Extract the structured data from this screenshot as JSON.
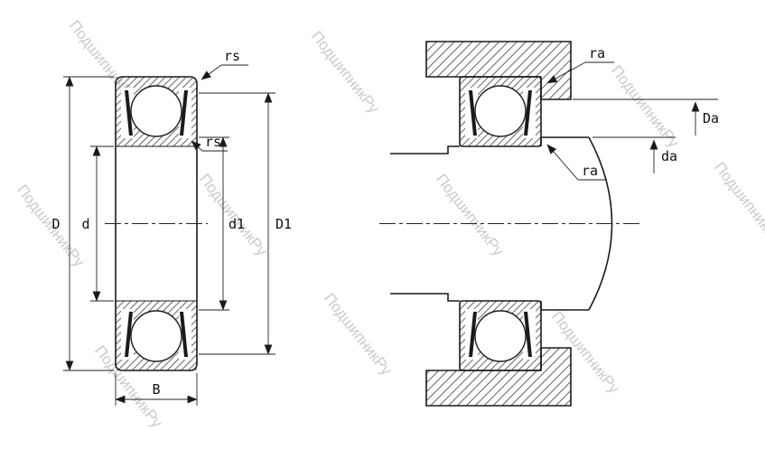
{
  "watermark": {
    "text": "ПодшипникРу",
    "color": "#c6c6c6"
  },
  "drawing": {
    "line_color": "#1a1a1a",
    "background": "#ffffff"
  },
  "left_view": {
    "description": "deep groove ball bearing cross-section with shields",
    "labels": {
      "rs_top": "rs",
      "rs_inner": "rs",
      "D": "D",
      "d": "d",
      "d1": "d1",
      "D1": "D1",
      "B": "B"
    }
  },
  "right_view": {
    "description": "bearing mounted on shaft in housing, abutment dimensions",
    "labels": {
      "ra_top": "ra",
      "ra_inner": "ra",
      "Da": "Da",
      "da": "da"
    }
  }
}
